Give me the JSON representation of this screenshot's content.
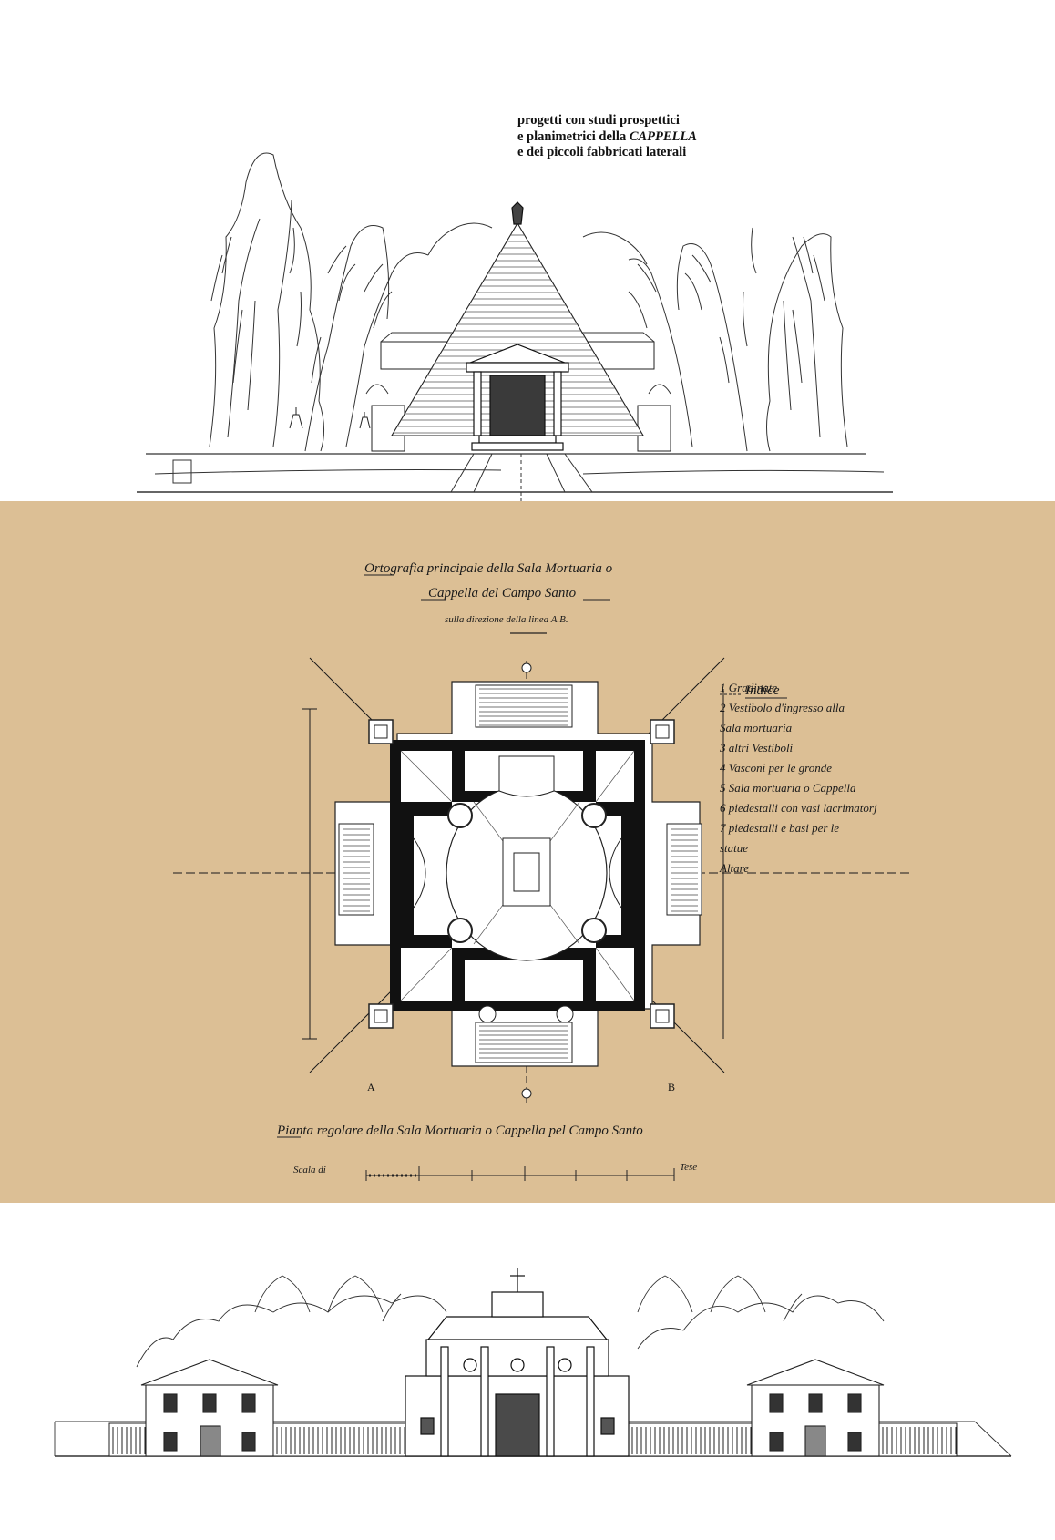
{
  "caption": {
    "line1": "progetti con studi prospettici",
    "line2_prefix": "e planimetrici della ",
    "line2_italic": "CAPPELLA",
    "line3": "e dei piccoli fabbricati laterali"
  },
  "plan": {
    "title_line1": "Ortografia principale della Sala Mortuaria o",
    "title_line2": "Cappella del Campo Santo",
    "title_line3": "sulla direzione della linea A.B.",
    "label_a": "A",
    "label_b": "B",
    "bottom_title": "Pianta regolare della Sala Mortuaria o Cappella pel Campo Santo",
    "scale_label": "Scala di",
    "scale_unit": "Tese",
    "legend_title": "Indice",
    "legend_items": [
      "1  Gradinate",
      "2  Vestibolo d'ingresso alla",
      "    Sala mortuaria",
      "3  altri Vestiboli",
      "4  Vasconi per le gronde",
      "5  Sala mortuaria o Cappella",
      "6  piedestalli con vasi lacrimatorj",
      "7  piedestalli e basi per le",
      "    statue",
      "    Altare"
    ]
  },
  "colors": {
    "panel": "#dcbf95",
    "ink": "#1a1a1a"
  }
}
